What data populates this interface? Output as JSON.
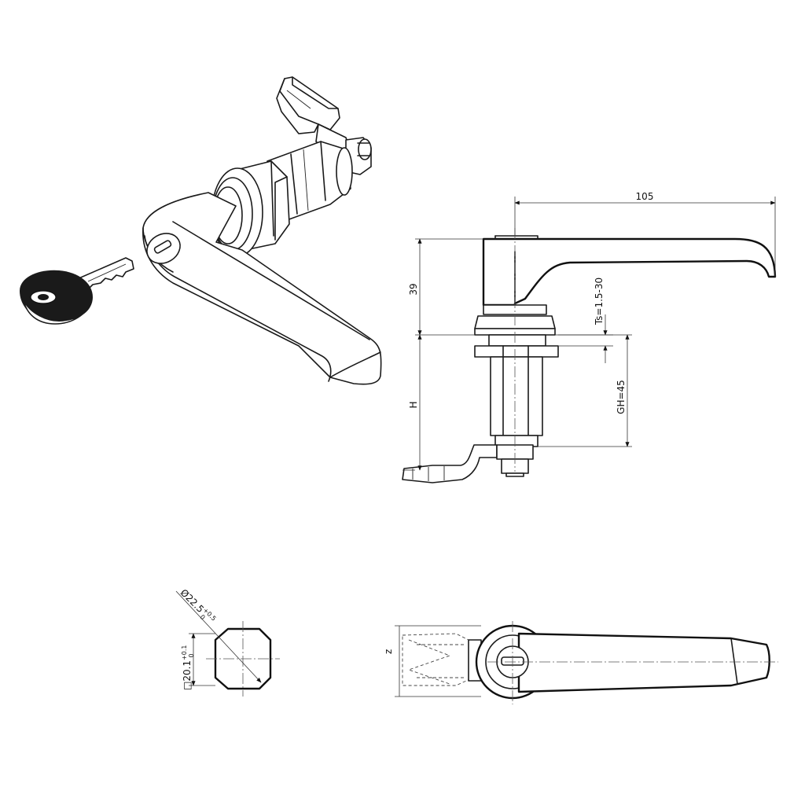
{
  "labels": {
    "dim_width": "105",
    "dim_height_top": "39",
    "dim_h": "H",
    "dim_ts": "Ts=1.5-30",
    "dim_gh": "GH=45",
    "dim_dia": "Ø22.5",
    "dim_dia_tol": "+0.5",
    "dim_dia_tol0": "0",
    "dim_sq": "□20.1",
    "dim_sq_tol": "+0.1",
    "dim_sq_tol0": "0",
    "dim_side_z": "z"
  },
  "colors": {
    "line": "#1a1a1a",
    "background": "#ffffff"
  }
}
